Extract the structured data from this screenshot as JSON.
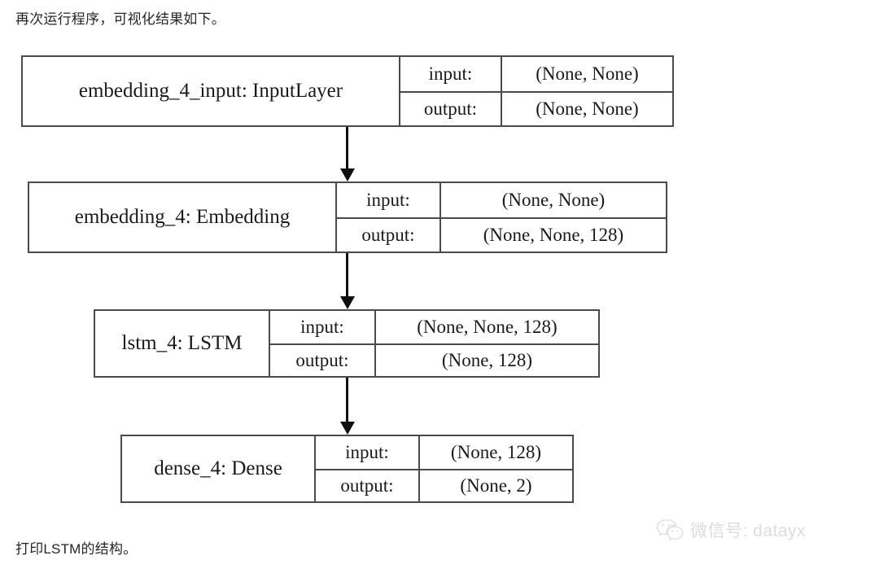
{
  "caption_top": "再次运行程序，可视化结果如下。",
  "caption_bottom": "打印LSTM的结构。",
  "diagram": {
    "type": "keras-model-plot",
    "port_labels": {
      "input": "input:",
      "output": "output:"
    },
    "nodes": [
      {
        "id": "embedding_4_input",
        "name": "embedding_4_input: InputLayer",
        "input": "(None, None)",
        "output": "(None, None)"
      },
      {
        "id": "embedding_4",
        "name": "embedding_4: Embedding",
        "input": "(None, None)",
        "output": "(None, None, 128)"
      },
      {
        "id": "lstm_4",
        "name": "lstm_4: LSTM",
        "input": "(None, None, 128)",
        "output": "(None, 128)"
      },
      {
        "id": "dense_4",
        "name": "dense_4: Dense",
        "input": "(None, 128)",
        "output": "(None, 2)"
      }
    ],
    "edges": [
      {
        "from": "embedding_4_input",
        "to": "embedding_4"
      },
      {
        "from": "embedding_4",
        "to": "lstm_4"
      },
      {
        "from": "lstm_4",
        "to": "dense_4"
      }
    ]
  },
  "watermark": {
    "icon": "wechat-icon",
    "text": "微信号: datayx",
    "color": "#dcdcdc"
  }
}
